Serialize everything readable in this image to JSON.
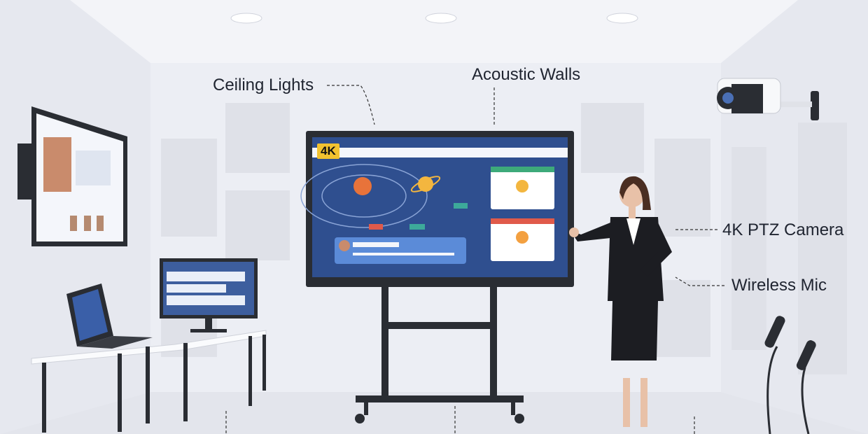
{
  "labels": {
    "ceiling_lights": "Ceiling Lights",
    "acoustic_walls": "Acoustic Walls",
    "ptz_camera": "4K PTZ Camera",
    "wireless_mic": "Wireless Mic"
  },
  "display": {
    "badge": "4K"
  },
  "colors": {
    "wall": "#eef0f6",
    "screen": "#2f4f8f",
    "badge": "#f2c230",
    "frame": "#2a2d33",
    "suit": "#1c1d22"
  }
}
